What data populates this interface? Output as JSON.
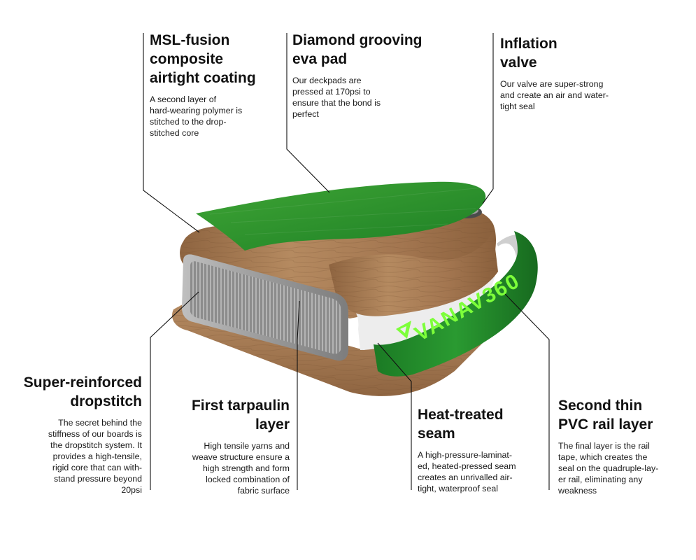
{
  "brand": {
    "logo_text": "VANAV360",
    "accent_color": "#23922e",
    "wood_color": "#a57a52"
  },
  "callouts": {
    "msl": {
      "title": "MSL-fusion\ncomposite\nairtight coating",
      "body": "A second layer of\nhard-wearing polymer is\nstitched to the drop-\nstitched core"
    },
    "diamond": {
      "title": "Diamond grooving\neva pad",
      "body": "Our deckpads are\npressed at 170psi to\nensure that the bond is\nperfect"
    },
    "valve": {
      "title": "Inflation\nvalve",
      "body": "Our valve are super-strong\nand create an air and water-\ntight seal"
    },
    "dropstitch": {
      "title": "Super-reinforced\ndropstitch",
      "body": "The secret behind the\nstiffness of our boards is\nthe dropstitch system. It\nprovides a high-tensile,\nrigid core that can with-\nstand pressure beyond\n20psi"
    },
    "tarpaulin": {
      "title": "First tarpaulin\nlayer",
      "body": "High tensile yarns and\nweave structure ensure a\nhigh strength and form\nlocked combination of\nfabric surface"
    },
    "seam": {
      "title": "Heat-treated\nseam",
      "body": "A high-pressure-laminat-\ned, heated-pressed seam\ncreates an unrivalled air-\ntight, waterproof seal"
    },
    "pvc": {
      "title": "Second thin\nPVC rail layer",
      "body": "The final layer is the rail\ntape, which creates the\nseal on the quadruple-lay-\ner rail, eliminating any\nweakness"
    }
  }
}
